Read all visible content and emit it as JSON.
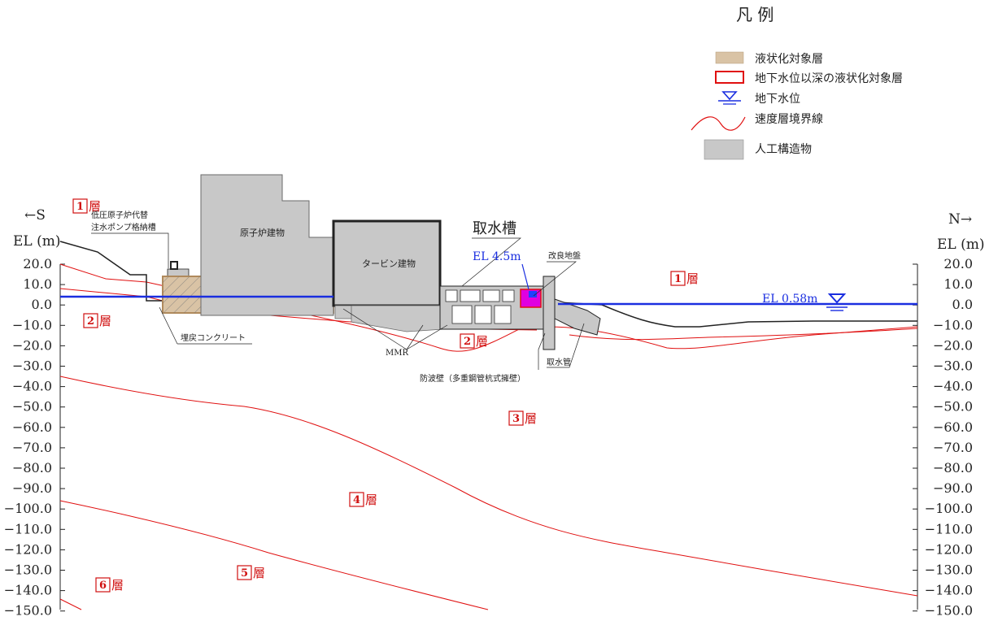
{
  "legend": {
    "title": "凡 例",
    "items": [
      {
        "key": "liquefaction",
        "label": "液状化対象層",
        "color": "#d9c3a5"
      },
      {
        "key": "below_gw",
        "label": "地下水位以深の液状化対象層",
        "color": "#e01010"
      },
      {
        "key": "groundwater",
        "label": "地下水位",
        "color": "#1a2ee0"
      },
      {
        "key": "velocity",
        "label": "速度層境界線",
        "color": "#e01010"
      },
      {
        "key": "structure",
        "label": "人工構造物",
        "color": "#c8c8c8"
      }
    ]
  },
  "axes": {
    "left_dir": "←S",
    "right_dir": "N→",
    "left_unit": "EL (m)",
    "right_unit": "EL (m)",
    "ticks": [
      "20.0",
      "10.0",
      "0.0",
      "−10.0",
      "−20.0",
      "−30.0",
      "−40.0",
      "−50.0",
      "−60.0",
      "−70.0",
      "−80.0",
      "−90.0",
      "−100.0",
      "−110.0",
      "−120.0",
      "−130.0",
      "−140.0",
      "−150.0"
    ]
  },
  "layers": {
    "l1_left": {
      "num": "1",
      "suffix": "層"
    },
    "l1_right": {
      "num": "1",
      "suffix": "層"
    },
    "l2_left": {
      "num": "2",
      "suffix": "層"
    },
    "l2_mid": {
      "num": "2",
      "suffix": "層"
    },
    "l3": {
      "num": "3",
      "suffix": "層"
    },
    "l4": {
      "num": "4",
      "suffix": "層"
    },
    "l5": {
      "num": "5",
      "suffix": "層"
    },
    "l6": {
      "num": "6",
      "suffix": "層"
    }
  },
  "annotations": {
    "pump_pit_1": "低圧原子炉代替",
    "pump_pit_2": "注水ポンプ格納槽",
    "backfill": "埋戻コンクリート",
    "mmr": "MMR",
    "breakwater": "防波壁（多重鋼管杭式擁壁）",
    "intake_pipe": "取水管",
    "improved_ground": "改良地盤",
    "intake_tank": "取水槽",
    "el_intake": "EL 4.5m",
    "el_sea": "EL 0.58m"
  },
  "buildings": {
    "reactor": "原子炉建物",
    "turbine": "タービン建物"
  }
}
